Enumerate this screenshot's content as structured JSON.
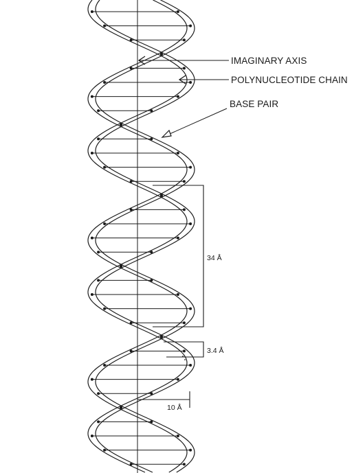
{
  "labels": {
    "imaginary_axis": "IMAGINARY AXIS",
    "polynucleotide_chain": "POLYNUCLEOTIDE CHAIN",
    "base_pair": "BASE PAIR",
    "helix_pitch": "34 Å",
    "base_spacing": "3.4 Å",
    "radius": "10 Å"
  },
  "colors": {
    "ink": "#1a1a1a",
    "background": "#ffffff"
  }
}
